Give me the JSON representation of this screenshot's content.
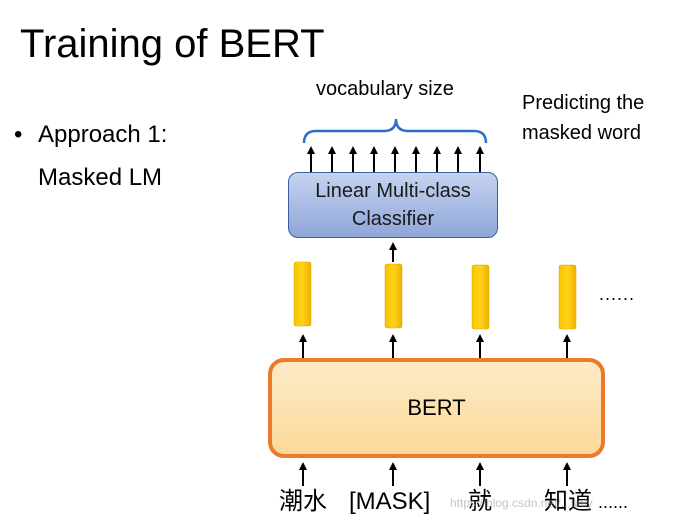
{
  "title": "Training of BERT",
  "bullet": {
    "symbol": "•",
    "line1": "Approach 1:",
    "line2": "Masked LM"
  },
  "vocab_label": "vocabulary size",
  "predict_label": {
    "line1": "Predicting the",
    "line2": "masked word"
  },
  "classifier": {
    "line1": "Linear Multi-class",
    "line2": "Classifier"
  },
  "bert_label": "BERT",
  "ellipsis_right": "......",
  "tokens": [
    "潮水",
    "[MASK]",
    "就",
    "知道"
  ],
  "token_ellipsis": "......",
  "watermark": "https://blog.csdn.net/...unly",
  "colors": {
    "classifier_fill": "#a3b5e0",
    "classifier_border": "#3f5f9f",
    "bert_fill": "#fce3ae",
    "bert_border": "#ea7b2c",
    "embedding": "#f5b800",
    "brace": "#2f6fc6"
  }
}
